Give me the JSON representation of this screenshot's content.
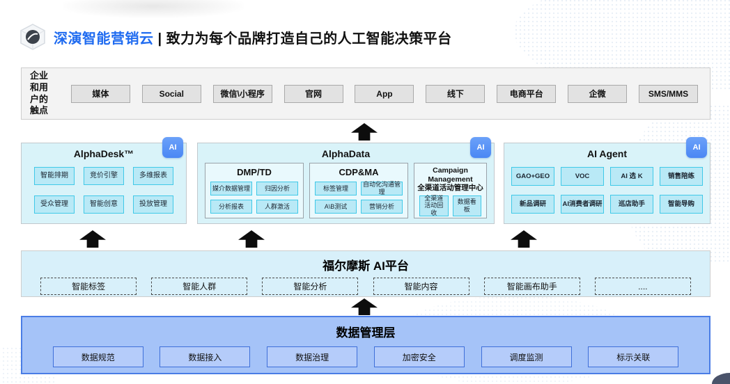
{
  "header": {
    "brand": "深演智能营销云",
    "separator": "|",
    "tagline": "致力为每个品牌打造自己的人工智能决策平台"
  },
  "touchpoints": {
    "label": "企业和用户的触点",
    "items": [
      "媒体",
      "Social",
      "微信\\小程序",
      "官网",
      "App",
      "线下",
      "电商平台",
      "企微",
      "SMS/MMS"
    ]
  },
  "panels": {
    "alphadesk": {
      "title": "AlphaDesk™",
      "badge": "AI",
      "items": [
        "智能排期",
        "竞价引擎",
        "多维报表",
        "受众管理",
        "智能创意",
        "投放管理"
      ]
    },
    "alphadata": {
      "title": "AlphaData",
      "badge": "AI",
      "sections": [
        {
          "title": "DMP/TD",
          "items": [
            "媒介数据管理",
            "归因分析",
            "分析报表",
            "人群激活"
          ]
        },
        {
          "title": "CDP&MA",
          "items": [
            "标签管理",
            "自动化沟通管理",
            "A\\B测试",
            "营销分析"
          ]
        },
        {
          "title": "Campaign Management",
          "subtitle": "全渠道活动管理中心",
          "items": [
            "全渠道活动回收",
            "数据看板"
          ]
        }
      ]
    },
    "aiagent": {
      "title": "AI Agent",
      "badge": "AI",
      "items": [
        "GAO+GEO",
        "VOC",
        "AI 选 K",
        "销售陪练",
        "新品调研",
        "AI消费者调研",
        "巡店助手",
        "智能导购"
      ]
    }
  },
  "ai_platform": {
    "title": "福尔摩斯 AI平台",
    "items": [
      "智能标签",
      "智能人群",
      "智能分析",
      "智能内容",
      "智能画布助手",
      "...."
    ]
  },
  "data_layer": {
    "title": "数据管理层",
    "items": [
      "数据规范",
      "数据接入",
      "数据治理",
      "加密安全",
      "调度监测",
      "标示关联"
    ]
  },
  "colors": {
    "brand_blue": "#1f6bf0",
    "ai_badge_blue": "#4a87f4",
    "cyan_border": "#3fc9e8",
    "panel_bg": "#d9f3f9",
    "data_layer_bg": "#a5c3f8",
    "data_layer_border": "#4a7de5"
  }
}
